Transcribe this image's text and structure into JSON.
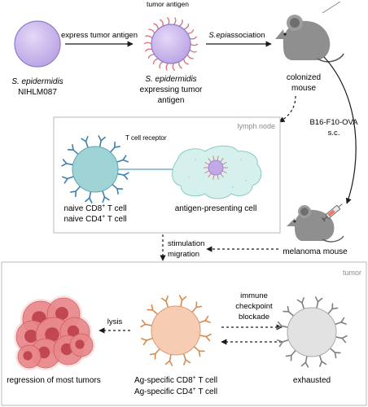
{
  "colors": {
    "bacterium": "#c9b6ec",
    "bacterium_stroke": "#7f6cc2",
    "antigen_spike": "#d87579",
    "naive_cell": "#9fd3d6",
    "apc_fill": "#d6f0ee",
    "activated_cell": "#f6cdb3",
    "exhausted_cell": "#e2e2e2",
    "tumor": "#e9888a",
    "receptor_blue": "#3d7fb1",
    "receptor_orange": "#d98a4c",
    "receptor_gray": "#7f7f7f",
    "mouse": "#8a8a8a",
    "box_border": "#b9b9b9"
  },
  "top": {
    "bacterium_label_italic": "S. epidermidis",
    "bacterium_strain": "NIHLM087",
    "arrow1_label": "express tumor antigen",
    "tumor_antigen_label": "tumor antigen",
    "engineered_label_italic": "S. epidermidis",
    "engineered_label_line2": "expressing tumor",
    "engineered_label_line3": "antigen",
    "arrow2_label_italic": "S.epi",
    "arrow2_label_rest": "association",
    "mouse_label_line1": "colonized",
    "mouse_label_line2": "mouse"
  },
  "lymph_node": {
    "title": "lymph node",
    "tcr_label": "T cell receptor",
    "naive_cd8_prefix": "naive CD8",
    "naive_cd4_prefix": "naive CD4",
    "sup_plus": "+",
    "t_cell_suffix": " T cell",
    "apc_label": "antigen-presenting cell"
  },
  "side": {
    "injection_line1": "B16-F10-OVA",
    "injection_line2": "s.c.",
    "melanoma_label": "melanoma mouse",
    "stim_line1": "stimulation",
    "stim_line2": "migration"
  },
  "tumor_box": {
    "title": "tumor",
    "lysis_label": "lysis",
    "icb_line1": "immune",
    "icb_line2": "checkpoint",
    "icb_line3": "blockade",
    "regression_label": "regression of most tumors",
    "ag_cd8_prefix": "Ag-specific CD8",
    "ag_cd4_prefix": "Ag-specific CD4",
    "sup_plus": "+",
    "t_cell_suffix": " T cell",
    "exhausted_label": "exhausted"
  },
  "icons": {
    "bacterium": "bacterium-icon",
    "engineered_bacterium": "antigen-bacterium-icon",
    "colonized_mouse": "mouse-icon",
    "melanoma_mouse": "mouse-with-syringe-icon",
    "naive_t_cell": "t-cell-icon",
    "apc": "dendritic-cell-icon",
    "tumor_cells": "tumor-cluster-icon",
    "activated_t_cell": "activated-t-cell-icon",
    "exhausted_t_cell": "exhausted-t-cell-icon",
    "syringe": "syringe-icon"
  }
}
